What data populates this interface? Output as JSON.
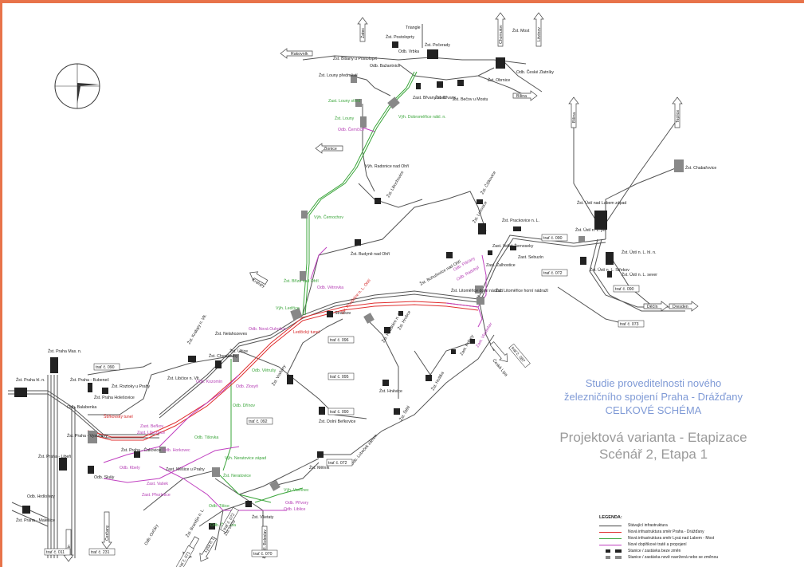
{
  "title": {
    "line1": "Studie proveditelnosti nového",
    "line2": "železničního spojení Praha - Drážďany",
    "line3": "CELKOVÉ SCHÉMA",
    "line4": "Projektová varianta - Etapizace",
    "line5": "Scénář 2, Etapa 1"
  },
  "legend": {
    "title": "LEGENDA:",
    "items": [
      {
        "label": "Stávající infrastruktura",
        "color": "#444444"
      },
      {
        "label": "Nová infrastruktura směr Praha - Drážďany",
        "color": "#e03030"
      },
      {
        "label": "Nová infrastruktura směr Lysá nad Labem - Most",
        "color": "#3aa53a"
      },
      {
        "label": "Nové doplňkové tratě a propojení",
        "color": "#c040c0"
      },
      {
        "label": "Stanice / zastávka beze změn",
        "color": "#222222"
      },
      {
        "label": "Stanice / zastávka nově navržená nebo se změnou",
        "color": "#888888"
      }
    ]
  },
  "colors": {
    "existing": "#444444",
    "new_dresden": "#e03030",
    "new_most": "#3aa53a",
    "supplementary": "#c040c0",
    "frame": "#e8734a",
    "title_blue": "#7f9ad6",
    "title_grey": "#9a9a9a"
  },
  "directions": {
    "rakovnik": "Rakovník",
    "zlonice": "Zlonice",
    "zatec": "Žatec",
    "chomutov": "Chomutov",
    "litvinov": "Litvínov",
    "bilina_top": "Bílina",
    "bilina_right": "Bílina",
    "teplice": "Teplice",
    "decin": "Děčín",
    "dresden": "Dresden",
    "kolin": "Kolín",
    "cercany": "Čerčany",
    "lysa": "Lysá n. L.",
    "ml_boleslav": "Ml. Boleslav",
    "ceska_lipa": "Česká Lípa",
    "kralupy": "Kralupy"
  },
  "stations": {
    "triangle": "Triangle",
    "most": "Žst. Most",
    "pocerady": "Žst. Počerady",
    "postoloprty": "Žst. Postoloprty",
    "vrbka": "Odb. Vrbka",
    "bezanice": "Odb. Bažantnice",
    "obrnice": "Žst. Obrnice",
    "ceske_zlatniky": "Odb. České Zlatníky",
    "blsany": "Žst. Blšany u Postoloprt",
    "louny_predmesti": "Žst. Louny předměstí",
    "louny_stred": "Zast. Louny střed",
    "louny": "Žst. Louny",
    "cernocice": "Odb. Černčice",
    "dobromerice": "Výh. Dobroměřice nákl. n.",
    "brvany": "Zast. Břvany obec",
    "brvany2": "Žst. Břvany",
    "becov": "Žst. Bečov u Mostu",
    "radonice": "Výh. Radonice nad Ohří",
    "libochovice": "Žst. Libochovice",
    "cizkovice": "Žst. Čížkovice",
    "cernochov": "Výh. Černochov",
    "budyne": "Žst. Budyně nad Ohří",
    "lovosice": "Žst. Lovosice",
    "prackovice": "Žst. Prackovice n. L.",
    "velke_zernoseky": "Zast. Velké Žernoseky",
    "zalhostice": "Zast. Žalhostice",
    "sebuzin": "Zast. Sebuzín",
    "bohusovice": "Žst. Bohušovice nad Ohří",
    "pistany": "Odb. Píšťany",
    "radobyl": "Odb. Radobýl",
    "litomerice_dolni": "Žst. Litoměřice dolní nádraží",
    "litomerice_horni": "Žst. Litoměřice horní nádraží",
    "chabarovice": "Žst. Chabařovice",
    "usti_zapad": "Žst. Ústí nad Labem západ",
    "usti_jih": "Žst. Ústí n. L. jih",
    "usti_hl": "Žst. Ústí n. L. hl. n.",
    "usti_sever": "Žst. Ústí n. L. sever",
    "usti_strekov": "Žst. Ústí n. L. Střekov",
    "brizna": "Žst. Bříza nad Ohří",
    "vetrovka": "Odb. Větrovka",
    "ledcice": "Výh. Ledčice",
    "straskov": "Žst. Straškov",
    "roudnice": "Žst. Roudnice n. L. Ohří",
    "ledcicky_tunel": "Ledčický tunel",
    "roudnice_nl": "Žst. Roudnice n. L.",
    "hrobce": "Žst. Hrobce",
    "polepy": "Zast. Polepy",
    "vlastislav": "Zast. Vlastislav",
    "vranany": "Žst. Vraňany",
    "hnevice": "Žst. Hněvice",
    "dolni_berkovice": "Žst. Dolní Beřkovice",
    "stetí": "Žst. Štětí",
    "hostka": "Žst. Hoštka",
    "liblice": "Odb. Liblice",
    "melnik": "Žst. Mělník",
    "lubodice": "Odb. Lobeček zámek",
    "kralupy": "Žst. Kralupy n. Vlt.",
    "nelahozeves": "Žst. Nelahozeves",
    "nova_ouholice": "Odb. Nová Ouholice",
    "uzice": "Žst. Úžice",
    "chvatěruby": "Žst. Chvatěruby",
    "libcice": "Žst. Libčice n. Vlt.",
    "roztoky": "Žst. Roztoky u Prahy",
    "vetrusy": "Odb. Větrušy",
    "zlosyn": "Odb. Zlosyň",
    "drinov": "Odb. Dřínov",
    "kozomin": "Odb. Kozomín",
    "tisovka": "Odb. Tišovka",
    "praha_masarykovo": "Žst. Praha Mas. n.",
    "praha_hl": "Žst. Praha hl. n.",
    "praha_bubenec": "Žst. Praha - Bubeneč",
    "praha_holesovice": "Žst. Praha Holešovice",
    "balabenka": "Odb. Balabenka",
    "praha_vysocany": "Žst. Praha - Vysočany",
    "stirbicky_tunel": "Štířkovský tunel",
    "praha_cakovice": "Žst. Praha - Čakovice",
    "zast_letnany": "Zast. Beřkov",
    "zast_libeznice": "Zast. Líbeznice",
    "horkovec": "Odb. Horkovec",
    "mesice": "Zast. Měšice u Prahy",
    "kbely": "Odb. Kbely",
    "vasek": "Zast. Vašek",
    "prezletice": "Zast. Přezletice",
    "praha_liben": "Žst. Praha - Libeň",
    "hrdlorezy": "Odb. Hrdlořezy",
    "praha_malesice": "Žst. Praha - Malešice",
    "skaly": "Odb. Skály",
    "nerat_zapad": "Výh. Neratovice západ",
    "neratovice": "Žst. Neratovice",
    "vavrinec": "Výh. Vavřinec",
    "pfivory": "Odb. Přívory",
    "libice": "Odb. Liblice",
    "tisice": "Odb. Tišice",
    "cemava": "Odb. Čemava",
    "vsetaty": "Žst. Všetaty",
    "ovcary": "Odb. Ovčáry",
    "brandys": "Žst. Brandýs n. L.",
    "drisy": "Žst. Dřísy"
  },
  "track_refs": {
    "t090": "trať č. 090",
    "t091": "trať č. 091",
    "t092": "trať č. 092",
    "t093": "trať č. 093",
    "t095": "trať č. 095",
    "t096": "trať č. 096",
    "t072": "trať č. 072",
    "t073": "trať č. 073",
    "t070": "trať č. 070",
    "t071": "trať č. 071",
    "t011": "trať č. 011",
    "t231": "trať č. 231",
    "t087": "trať č. 087"
  }
}
